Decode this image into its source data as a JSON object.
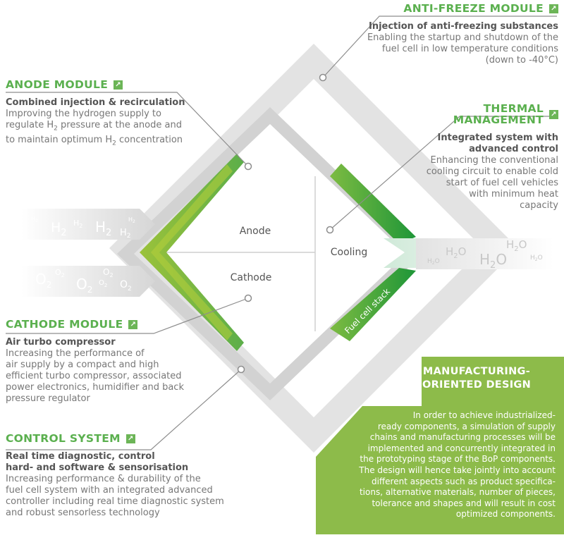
{
  "anode": {
    "heading": "ANODE MODULE",
    "subtitle": "Combined injection & recirculation",
    "lines": [
      "Improving the hydrogen supply to",
      "regulate H",
      "pressure at the anode and",
      "to maintain optimum H",
      "concentration"
    ],
    "sub2": "2"
  },
  "antifreeze": {
    "heading": "ANTI-FREEZE MODULE",
    "subtitle": "Injection of anti-freezing substances",
    "lines": [
      "Enabling the startup and shutdown of the",
      "fuel cell in low temperature conditions",
      "(down to -40°C)"
    ]
  },
  "thermal": {
    "heading": "THERMAL MANAGEMENT",
    "subtitle_lines": [
      "Integrated system with",
      "advanced control"
    ],
    "lines": [
      "Enhancing the conventional",
      "cooling circuit to enable cold",
      "start of fuel cell vehicles",
      "with minimum heat",
      "capacity"
    ]
  },
  "cathode": {
    "heading": "CATHODE MODULE",
    "subtitle": "Air turbo compressor",
    "lines": [
      "Increasing the performance of",
      "air supply by a compact and high",
      "efficient turbo compressor, associated",
      "power electronics, humidifier and back",
      "pressure regulator"
    ]
  },
  "control": {
    "heading": "CONTROL SYSTEM",
    "subtitle_lines": [
      "Real time diagnostic, control",
      "hard- and software & sensorisation"
    ],
    "lines": [
      "Increasing performance & durability of the",
      "fuel cell system with an integrated advanced",
      "controller including real time diagnostic system",
      "and robust sensorless technology"
    ]
  },
  "manufacturing": {
    "title_lines": [
      "MANUFACTURING-",
      "ORIENTED DESIGN"
    ],
    "lines": [
      "In order to achieve industrialized-",
      "ready components, a simulation of supply",
      "chains and manufacturing processes will be",
      "implemented and concurrently integrated in",
      "the prototyping stage of the BoP components.",
      "The design will hence take jointly into account",
      "different aspects such as product specifica-",
      "tions, alternative materials, number of pieces,",
      "tolerance and shapes and will result in cost",
      "optimized components."
    ]
  },
  "stack": {
    "anode_label": "Anode",
    "cathode_label": "Cathode",
    "cooling_label": "Cooling",
    "stack_label": "Fuel cell stack"
  },
  "flows": {
    "h2": "H",
    "o2": "O",
    "h2o": "H",
    "two": "2",
    "o": "O"
  },
  "colors": {
    "heading_green": "#5bb04f",
    "lime": "#a5c73a",
    "dark_green": "#2a9a3a",
    "gray_band": "#dcdcdc",
    "box_green": "#8dbb4a"
  }
}
